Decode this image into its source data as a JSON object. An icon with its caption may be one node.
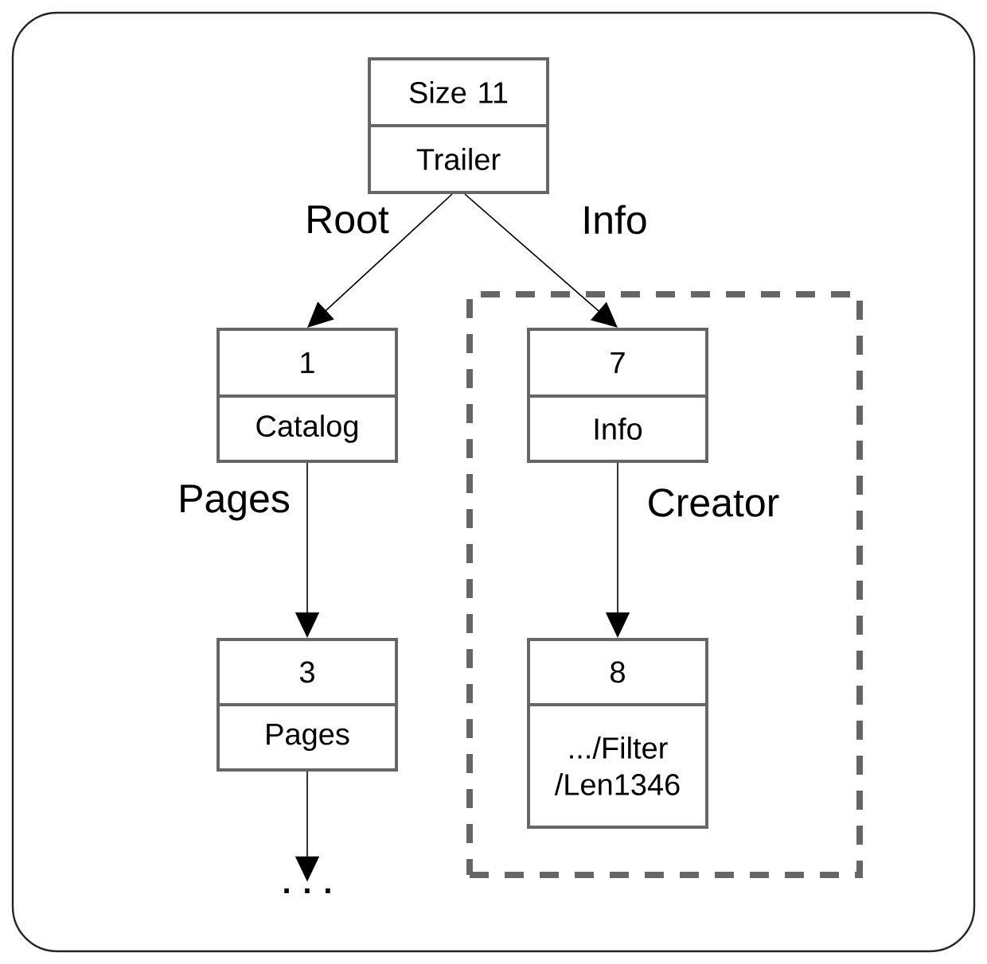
{
  "diagram": {
    "nodes": [
      {
        "text": [
          "Size 11",
          "Trailer"
        ]
      },
      {
        "text": [
          "1",
          "Catalog"
        ]
      },
      {
        "text": [],
        "shape": "box"
      },
      {
        "text": [
          "7",
          "Info"
        ],
        "in": 2
      },
      {
        "text": [
          "3",
          "Pages"
        ]
      },
      {
        "text": [
          "8",
          ".../Filter /Len1346"
        ],
        "in": 2
      },
      {
        "text": [
          ". . ."
        ]
      }
    ],
    "edges": [
      {
        "from": 0,
        "to": 1,
        "arrow": "to",
        "label": "Root"
      },
      {
        "from": 0,
        "to": 3,
        "arrow": "to",
        "label": "Info"
      },
      {
        "from": 1,
        "to": 4,
        "arrow": "to",
        "label": "Pages"
      },
      {
        "from": 3,
        "to": 5,
        "arrow": "to",
        "label": "Creator"
      },
      {
        "from": 4,
        "to": 6,
        "arrow": "to"
      }
    ]
  }
}
